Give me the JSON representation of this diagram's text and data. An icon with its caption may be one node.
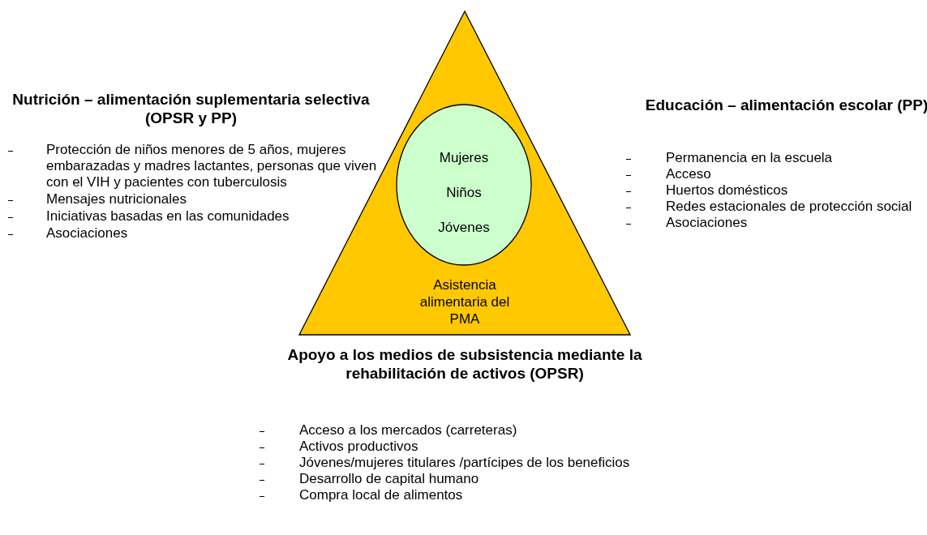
{
  "diagram": {
    "nodes": [
      {
        "text": [
          "Asistencia alimentaria del PMA"
        ]
      },
      {
        "text": [
          "Mujeres",
          "Niños",
          "Jóvenes"
        ],
        "in": 0
      }
    ],
    "labels": [
      "Nutrición – alimentación suplementaria selectiva (OPSR y PP)",
      "Protección de niños menores de 5 años, mujeres embarazadas y madres lactantes, personas que viven con el VIH y pacientes con tuberculosis",
      "Mensajes nutricionales",
      "Iniciativas basadas en las comunidades",
      "Asociaciones",
      "Educación – alimentación escolar (PP)",
      "Permanencia en la escuela",
      "Acceso",
      "Huertos domésticos",
      "Redes estacionales de protección social",
      "Asociaciones",
      "Apoyo a los medios de subsistencia mediante la rehabilitación de activos (OPSR)",
      "Acceso a los mercados (carreteras)",
      "Activos productivos",
      "Jóvenes/mujeres titulares /partícipes de los beneficios",
      "Desarrollo de capital humano",
      "Compra local de alimentos"
    ]
  }
}
